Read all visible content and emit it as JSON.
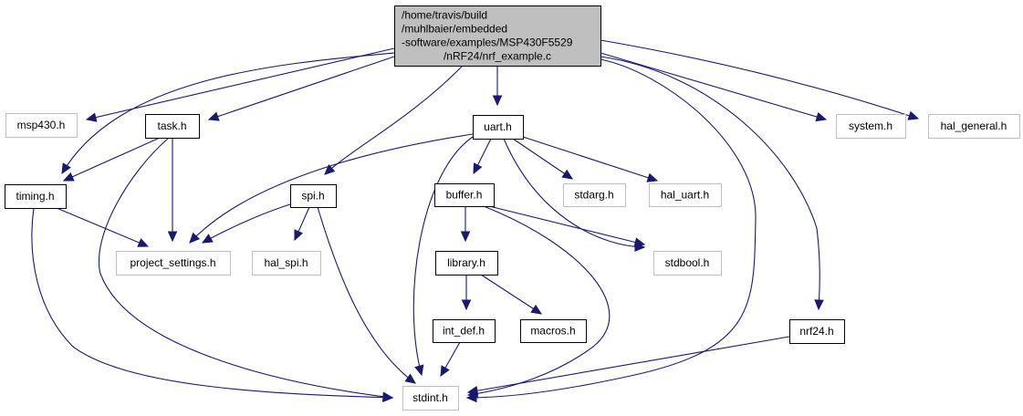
{
  "title": "Include dependency graph for nrf_example.c",
  "colors": {
    "edge": "#191970",
    "root_fill": "#bfbfbf",
    "external_border": "#bfbfbf",
    "local_border": "#000000"
  },
  "nodes": [
    {
      "id": "root",
      "kind": "root",
      "lines": [
        "/home/travis/build",
        "/muhlbaier/embedded",
        "-software/examples/MSP430F5529",
        "/nRF24/nrf_example.c"
      ]
    },
    {
      "id": "msp430",
      "kind": "external",
      "lines": [
        "msp430.h"
      ]
    },
    {
      "id": "task",
      "kind": "local",
      "lines": [
        "task.h"
      ]
    },
    {
      "id": "uart",
      "kind": "local",
      "lines": [
        "uart.h"
      ]
    },
    {
      "id": "system",
      "kind": "external",
      "lines": [
        "system.h"
      ]
    },
    {
      "id": "hal_general",
      "kind": "external",
      "lines": [
        "hal_general.h"
      ]
    },
    {
      "id": "timing",
      "kind": "local",
      "lines": [
        "timing.h"
      ]
    },
    {
      "id": "spi",
      "kind": "local",
      "lines": [
        "spi.h"
      ]
    },
    {
      "id": "buffer",
      "kind": "local",
      "lines": [
        "buffer.h"
      ]
    },
    {
      "id": "stdarg",
      "kind": "external",
      "lines": [
        "stdarg.h"
      ]
    },
    {
      "id": "hal_uart",
      "kind": "external",
      "lines": [
        "hal_uart.h"
      ]
    },
    {
      "id": "project_settings",
      "kind": "external",
      "lines": [
        "project_settings.h"
      ]
    },
    {
      "id": "hal_spi",
      "kind": "external",
      "lines": [
        "hal_spi.h"
      ]
    },
    {
      "id": "library",
      "kind": "local",
      "lines": [
        "library.h"
      ]
    },
    {
      "id": "stdbool",
      "kind": "external",
      "lines": [
        "stdbool.h"
      ]
    },
    {
      "id": "int_def",
      "kind": "local",
      "lines": [
        "int_def.h"
      ]
    },
    {
      "id": "macros",
      "kind": "local",
      "lines": [
        "macros.h"
      ]
    },
    {
      "id": "nrf24",
      "kind": "local",
      "lines": [
        "nrf24.h"
      ]
    },
    {
      "id": "stdint",
      "kind": "external",
      "lines": [
        "stdint.h"
      ]
    }
  ],
  "edges": [
    [
      "root",
      "msp430"
    ],
    [
      "root",
      "task"
    ],
    [
      "root",
      "timing"
    ],
    [
      "root",
      "spi"
    ],
    [
      "root",
      "uart"
    ],
    [
      "root",
      "system"
    ],
    [
      "root",
      "hal_general"
    ],
    [
      "root",
      "stdint"
    ],
    [
      "root",
      "nrf24"
    ],
    [
      "task",
      "timing"
    ],
    [
      "task",
      "project_settings"
    ],
    [
      "task",
      "stdint"
    ],
    [
      "timing",
      "project_settings"
    ],
    [
      "timing",
      "stdint"
    ],
    [
      "spi",
      "project_settings"
    ],
    [
      "spi",
      "hal_spi"
    ],
    [
      "spi",
      "stdint"
    ],
    [
      "uart",
      "project_settings"
    ],
    [
      "uart",
      "stdint"
    ],
    [
      "uart",
      "buffer"
    ],
    [
      "uart",
      "stdarg"
    ],
    [
      "uart",
      "hal_uart"
    ],
    [
      "uart",
      "stdbool"
    ],
    [
      "buffer",
      "library"
    ],
    [
      "buffer",
      "stdbool"
    ],
    [
      "buffer",
      "stdint"
    ],
    [
      "library",
      "int_def"
    ],
    [
      "library",
      "macros"
    ],
    [
      "int_def",
      "stdint"
    ],
    [
      "nrf24",
      "stdint"
    ]
  ]
}
